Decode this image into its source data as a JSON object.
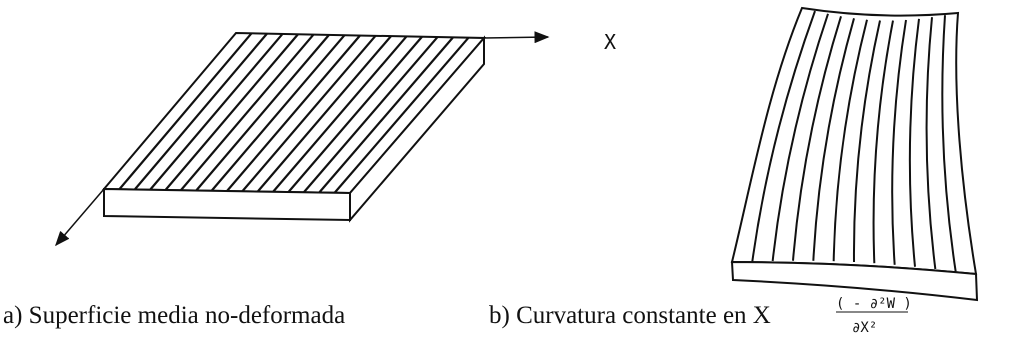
{
  "figure_a": {
    "axis_label": "X",
    "caption": "a)  Superficie media no-deformada"
  },
  "figure_b": {
    "formula_numerator": "( - ∂²W )",
    "formula_denominator": "∂X²",
    "caption": "b) Curvatura constante en X"
  }
}
